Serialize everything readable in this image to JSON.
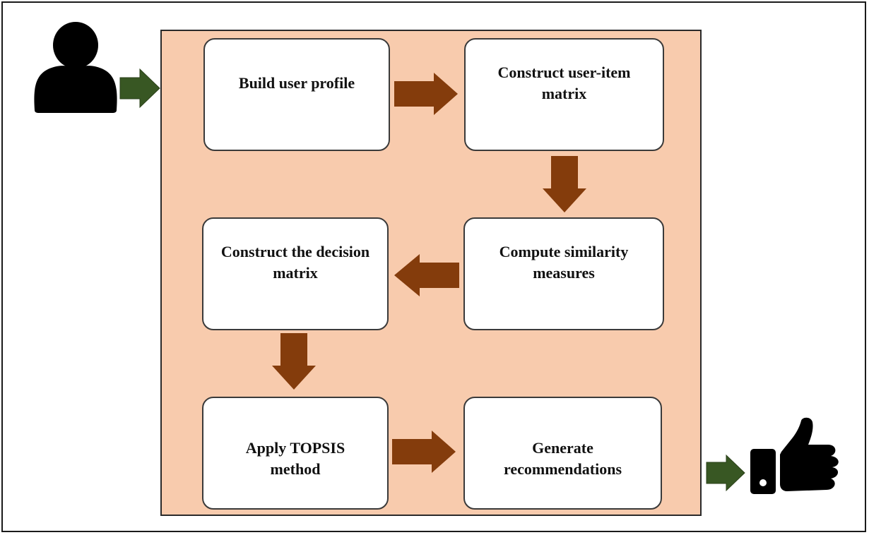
{
  "colors": {
    "panel": "#f8cbad",
    "process_arrow": "#843c0c",
    "io_arrow": "#385723",
    "icon": "#000000"
  },
  "icons": {
    "input": "user-icon",
    "output": "thumbs-up-icon"
  },
  "steps": [
    {
      "id": "build-user-profile",
      "label": "Build user profile"
    },
    {
      "id": "construct-user-item-matrix",
      "label": "Construct user-item matrix"
    },
    {
      "id": "compute-similarity-measures",
      "label": "Compute similarity measures"
    },
    {
      "id": "construct-decision-matrix",
      "label": "Construct the decision matrix"
    },
    {
      "id": "apply-topsis-method",
      "label": "Apply TOPSIS method"
    },
    {
      "id": "generate-recommendations",
      "label": "Generate recommendations"
    }
  ]
}
